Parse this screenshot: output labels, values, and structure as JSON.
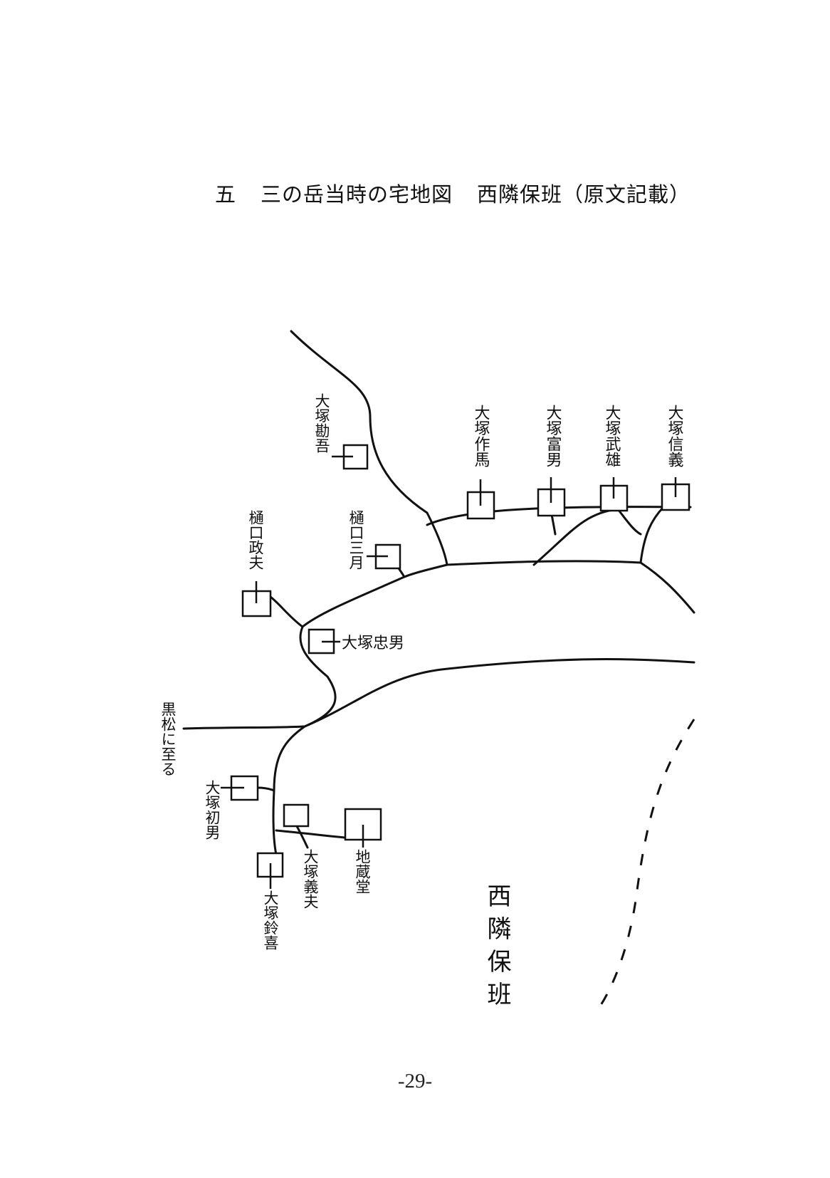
{
  "title": {
    "number": "五",
    "main": "三の岳当時の宅地図",
    "sub": "西隣保班（原文記載）"
  },
  "map": {
    "houses": [
      {
        "id": "otsuka-kango",
        "name": "大塚勘吾"
      },
      {
        "id": "otsuka-sakuma",
        "name": "大塚作馬"
      },
      {
        "id": "otsuka-tomio",
        "name": "大塚富男"
      },
      {
        "id": "otsuka-takeo",
        "name": "大塚武雄"
      },
      {
        "id": "otsuka-nobuyoshi",
        "name": "大塚信義"
      },
      {
        "id": "higuchi-masao",
        "name": "樋口政夫"
      },
      {
        "id": "higuchi-sangatsu",
        "name": "樋口三月"
      },
      {
        "id": "otsuka-tadao",
        "name": "大塚忠男"
      },
      {
        "id": "otsuka-hatsuo",
        "name": "大塚初男"
      },
      {
        "id": "otsuka-yoshio",
        "name": "大塚義夫"
      },
      {
        "id": "jizodo",
        "name": "地蔵堂"
      },
      {
        "id": "otsuka-suzuki",
        "name": "大塚鈴喜"
      }
    ],
    "road_label": "黒松に至る",
    "area_label": "西隣保班"
  },
  "page_number": "-29-"
}
